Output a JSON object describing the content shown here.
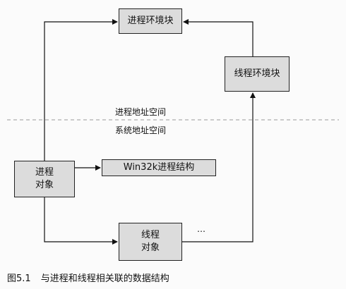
{
  "diagram": {
    "process_env_block": "进程环境块",
    "thread_env_block": "线程环境块",
    "process_object": [
      "进程",
      "对象"
    ],
    "win32k_process": "Win32k进程结构",
    "thread_object": [
      "线程",
      "对象"
    ],
    "process_address_space": "进程地址空间",
    "system_address_space": "系统地址空间",
    "ellipsis": "…"
  },
  "caption": {
    "number": "图5.1",
    "text": "与进程和线程相关联的数据结构"
  },
  "colors": {
    "box_fill": "#dcdcdc",
    "line": "#111111",
    "dashed_divider": "#9a9a9a"
  }
}
